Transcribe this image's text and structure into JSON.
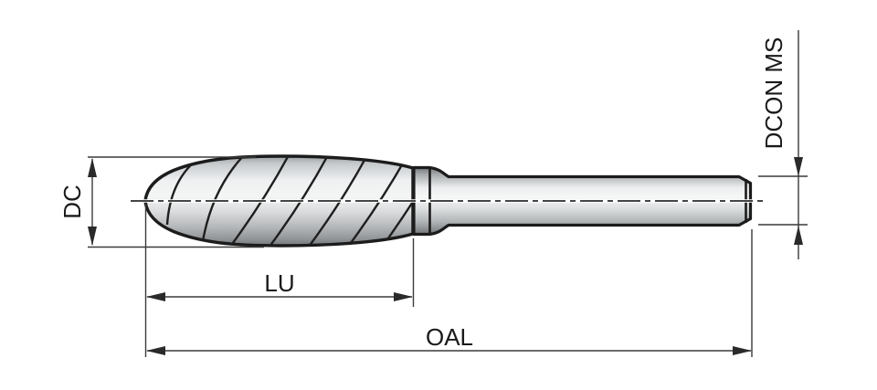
{
  "drawing": {
    "labels": {
      "dc": "DC",
      "lu": "LU",
      "oal": "OAL",
      "dcon_ms": "DCON MS"
    },
    "colors": {
      "background": "#ffffff",
      "outline": "#1c1c1c",
      "flute_line": "#1f1f1f",
      "dimension_line": "#3a3a3a",
      "arrow": "#2a2a2a",
      "label_text": "#1a1a1a",
      "centerline": "#2b2b2b"
    }
  }
}
